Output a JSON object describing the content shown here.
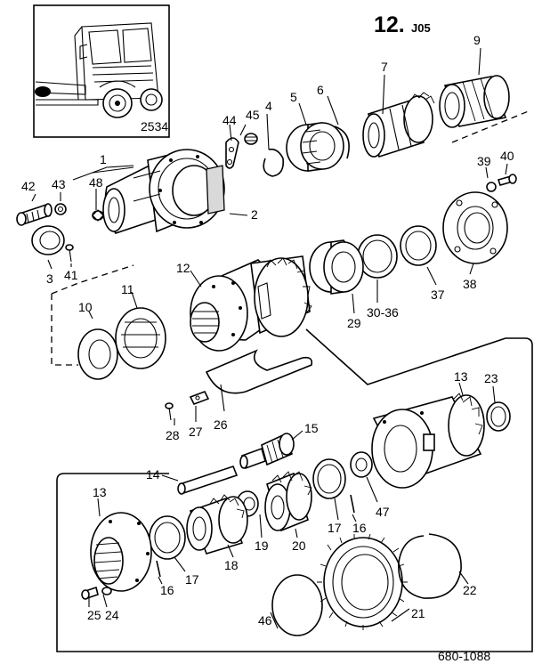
{
  "header": {
    "code_main": "12.",
    "code_sub": "J05",
    "inset_number": "2534",
    "drawing_number": "680-1088"
  },
  "callouts": [
    {
      "id": "c1",
      "text": "1"
    },
    {
      "id": "c2",
      "text": "2"
    },
    {
      "id": "c3",
      "text": "3"
    },
    {
      "id": "c4",
      "text": "4"
    },
    {
      "id": "c5",
      "text": "5"
    },
    {
      "id": "c6",
      "text": "6"
    },
    {
      "id": "c7",
      "text": "7"
    },
    {
      "id": "c9",
      "text": "9"
    },
    {
      "id": "c10",
      "text": "10"
    },
    {
      "id": "c11",
      "text": "11"
    },
    {
      "id": "c12",
      "text": "12"
    },
    {
      "id": "c13a",
      "text": "13"
    },
    {
      "id": "c13b",
      "text": "13"
    },
    {
      "id": "c14",
      "text": "14"
    },
    {
      "id": "c15",
      "text": "15"
    },
    {
      "id": "c16a",
      "text": "16"
    },
    {
      "id": "c16b",
      "text": "16"
    },
    {
      "id": "c17a",
      "text": "17"
    },
    {
      "id": "c17b",
      "text": "17"
    },
    {
      "id": "c18",
      "text": "18"
    },
    {
      "id": "c19",
      "text": "19"
    },
    {
      "id": "c20",
      "text": "20"
    },
    {
      "id": "c21",
      "text": "21"
    },
    {
      "id": "c22",
      "text": "22"
    },
    {
      "id": "c23",
      "text": "23"
    },
    {
      "id": "c24",
      "text": "24"
    },
    {
      "id": "c25",
      "text": "25"
    },
    {
      "id": "c26",
      "text": "26"
    },
    {
      "id": "c27",
      "text": "27"
    },
    {
      "id": "c28",
      "text": "28"
    },
    {
      "id": "c29",
      "text": "29"
    },
    {
      "id": "c30",
      "text": "30-36"
    },
    {
      "id": "c37",
      "text": "37"
    },
    {
      "id": "c38",
      "text": "38"
    },
    {
      "id": "c39",
      "text": "39"
    },
    {
      "id": "c40",
      "text": "40"
    },
    {
      "id": "c41",
      "text": "41"
    },
    {
      "id": "c42",
      "text": "42"
    },
    {
      "id": "c43",
      "text": "43"
    },
    {
      "id": "c44",
      "text": "44"
    },
    {
      "id": "c45",
      "text": "45"
    },
    {
      "id": "c46",
      "text": "46"
    },
    {
      "id": "c47",
      "text": "47"
    },
    {
      "id": "c48",
      "text": "48"
    }
  ]
}
